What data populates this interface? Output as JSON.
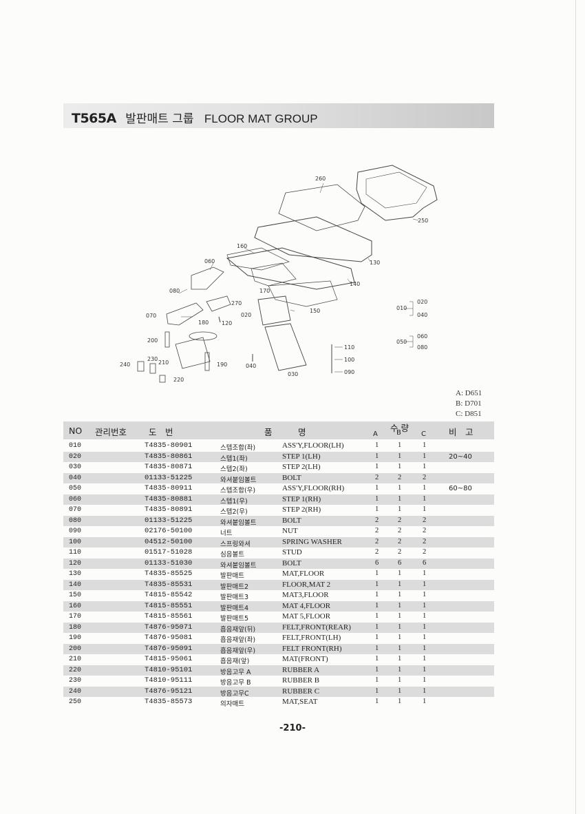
{
  "header": {
    "model": "T565A",
    "title_ko": "발판매트 그룹",
    "title_en": "FLOOR MAT GROUP"
  },
  "diagram": {
    "labels": {
      "l260": "260",
      "l250": "250",
      "l160": "160",
      "l130": "130",
      "l060": "060",
      "l140": "140",
      "l080": "080",
      "l170": "170",
      "l270": "270",
      "l150": "150",
      "l020": "020",
      "l070": "070",
      "l180": "180",
      "l120": "120",
      "l200": "200",
      "l110": "110",
      "l230": "230",
      "l210": "210",
      "l240": "240",
      "l190": "190",
      "l040": "040",
      "l100": "100",
      "l030": "030",
      "l090": "090",
      "l220": "220",
      "g010": "010",
      "g010a": "020",
      "g010b": "040",
      "g050": "050",
      "g050a": "060",
      "g050b": "080"
    }
  },
  "legend": {
    "a": "A: D651",
    "b": "B: D701",
    "c": "C: D851"
  },
  "table": {
    "headers": {
      "no": "NO",
      "mgmt": "관리번호",
      "drawing": "도　번",
      "name": "품　　　명",
      "qty": "수 량",
      "qa": "A",
      "qb": "B",
      "qc": "C",
      "remarks": "비　고"
    },
    "rows": [
      {
        "no": "010",
        "part": "T4835-80901",
        "ko": "스텝조합(좌)",
        "en": "ASS'Y,FLOOR(LH)",
        "a": "1",
        "b": "1",
        "c": "1",
        "rem": ""
      },
      {
        "no": "020",
        "part": "T4835-80861",
        "ko": "스텝1(좌)",
        "en": "STEP 1(LH)",
        "a": "1",
        "b": "1",
        "c": "1",
        "rem": "20~40"
      },
      {
        "no": "030",
        "part": "T4835-80871",
        "ko": "스텝2(좌)",
        "en": "STEP 2(LH)",
        "a": "1",
        "b": "1",
        "c": "1",
        "rem": ""
      },
      {
        "no": "040",
        "part": "01133-51225",
        "ko": "와셔붙임볼트",
        "en": "BOLT",
        "a": "2",
        "b": "2",
        "c": "2",
        "rem": ""
      },
      {
        "no": "050",
        "part": "T4835-80911",
        "ko": "스텝조합(우)",
        "en": "ASS'Y,FLOOR(RH)",
        "a": "1",
        "b": "1",
        "c": "1",
        "rem": "60~80"
      },
      {
        "no": "060",
        "part": "T4835-80881",
        "ko": "스텝1(우)",
        "en": "STEP 1(RH)",
        "a": "1",
        "b": "1",
        "c": "1",
        "rem": ""
      },
      {
        "no": "070",
        "part": "T4835-80891",
        "ko": "스텝2(우)",
        "en": "STEP 2(RH)",
        "a": "1",
        "b": "1",
        "c": "1",
        "rem": ""
      },
      {
        "no": "080",
        "part": "01133-51225",
        "ko": "와셔붙임볼트",
        "en": "BOLT",
        "a": "2",
        "b": "2",
        "c": "2",
        "rem": ""
      },
      {
        "no": "090",
        "part": "02176-50100",
        "ko": "너트",
        "en": "NUT",
        "a": "2",
        "b": "2",
        "c": "2",
        "rem": ""
      },
      {
        "no": "100",
        "part": "04512-50100",
        "ko": "스프링와셔",
        "en": "SPRING WASHER",
        "a": "2",
        "b": "2",
        "c": "2",
        "rem": ""
      },
      {
        "no": "110",
        "part": "01517-51028",
        "ko": "심음볼트",
        "en": "STUD",
        "a": "2",
        "b": "2",
        "c": "2",
        "rem": ""
      },
      {
        "no": "120",
        "part": "01133-51030",
        "ko": "와셔붙임볼트",
        "en": "BOLT",
        "a": "6",
        "b": "6",
        "c": "6",
        "rem": ""
      },
      {
        "no": "130",
        "part": "T4835-85525",
        "ko": "발판매트",
        "en": "MAT,FLOOR",
        "a": "1",
        "b": "1",
        "c": "1",
        "rem": ""
      },
      {
        "no": "140",
        "part": "T4835-85531",
        "ko": "발판매트2",
        "en": "FLOOR,MAT 2",
        "a": "1",
        "b": "1",
        "c": "1",
        "rem": ""
      },
      {
        "no": "150",
        "part": "T4815-85542",
        "ko": "발판매트3",
        "en": "MAT3,FLOOR",
        "a": "1",
        "b": "1",
        "c": "1",
        "rem": ""
      },
      {
        "no": "160",
        "part": "T4815-85551",
        "ko": "발판매트4",
        "en": "MAT 4,FLOOR",
        "a": "1",
        "b": "1",
        "c": "1",
        "rem": ""
      },
      {
        "no": "170",
        "part": "T4815-85561",
        "ko": "발판매트5",
        "en": "MAT 5,FLOOR",
        "a": "1",
        "b": "1",
        "c": "1",
        "rem": ""
      },
      {
        "no": "180",
        "part": "T4876-95071",
        "ko": "흡음재앞(뒤)",
        "en": "FELT,FRONT(REAR)",
        "a": "1",
        "b": "1",
        "c": "1",
        "rem": ""
      },
      {
        "no": "190",
        "part": "T4876-95081",
        "ko": "흡음재앞(좌)",
        "en": "FELT,FRONT(LH)",
        "a": "1",
        "b": "1",
        "c": "1",
        "rem": ""
      },
      {
        "no": "200",
        "part": "T4876-95091",
        "ko": "흡음재앞(우)",
        "en": "FELT FRONT(RH)",
        "a": "1",
        "b": "1",
        "c": "1",
        "rem": ""
      },
      {
        "no": "210",
        "part": "T4815-95061",
        "ko": "흡음재(앞)",
        "en": "MAT(FRONT)",
        "a": "1",
        "b": "1",
        "c": "1",
        "rem": ""
      },
      {
        "no": "220",
        "part": "T4810-95101",
        "ko": "방음고무 A",
        "en": "RUBBER A",
        "a": "1",
        "b": "1",
        "c": "1",
        "rem": ""
      },
      {
        "no": "230",
        "part": "T4810-95111",
        "ko": "방음고무 B",
        "en": "RUBBER B",
        "a": "1",
        "b": "1",
        "c": "1",
        "rem": ""
      },
      {
        "no": "240",
        "part": "T4876-95121",
        "ko": "방음고무C",
        "en": "RUBBER C",
        "a": "1",
        "b": "1",
        "c": "1",
        "rem": ""
      },
      {
        "no": "250",
        "part": "T4835-85573",
        "ko": "의자매트",
        "en": "MAT,SEAT",
        "a": "1",
        "b": "1",
        "c": "1",
        "rem": ""
      }
    ]
  },
  "footer": {
    "page": "-210-"
  }
}
